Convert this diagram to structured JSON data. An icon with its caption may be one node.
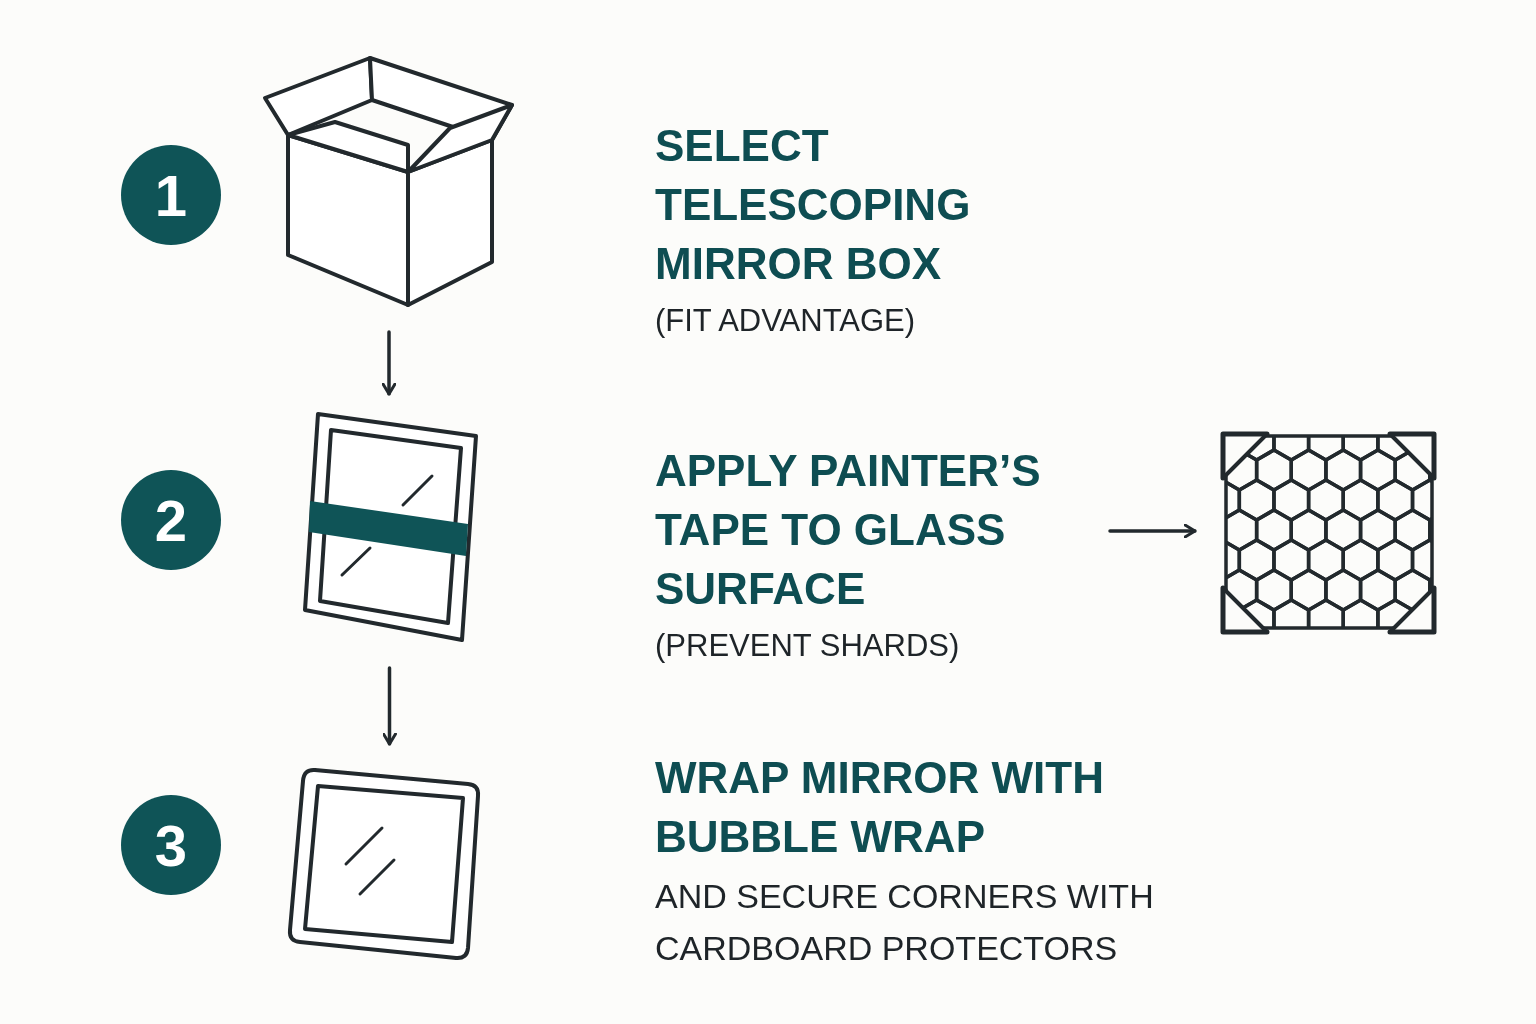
{
  "diagram": {
    "nodes": [
      {
        "text": [
          "1"
        ]
      },
      {
        "text": [],
        "shape": "picture"
      },
      {
        "text": [
          "SELECT TELESCOPING MIRROR BOX",
          "(FIT ADVANTAGE)"
        ]
      },
      {
        "text": [
          "2"
        ]
      },
      {
        "text": [],
        "shape": "picture"
      },
      {
        "text": [
          "APPLY PAINTER’S TAPE TO GLASS SURFACE",
          "(PREVENT SHARDS)"
        ]
      },
      {
        "text": [],
        "shape": "picture"
      },
      {
        "text": [
          "3"
        ]
      },
      {
        "text": [],
        "shape": "picture"
      },
      {
        "text": [
          "WRAP MIRROR WITH BUBBLE WRAP",
          "AND SECURE CORNERS WITH CARDBOARD PROTECTORS"
        ]
      }
    ],
    "edges": [
      {
        "from": 1,
        "to": 4,
        "arrow": "to"
      },
      {
        "from": 4,
        "to": 8,
        "arrow": "to"
      },
      {
        "from": 5,
        "to": 6,
        "arrow": "to"
      }
    ]
  }
}
